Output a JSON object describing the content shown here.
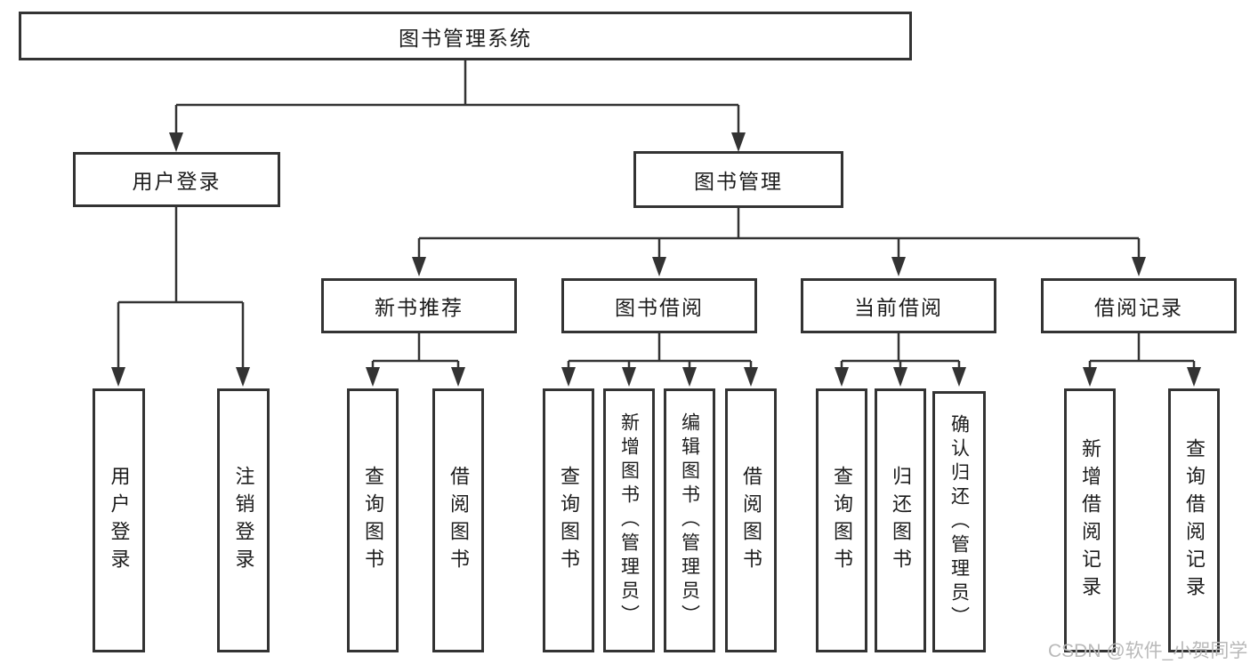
{
  "diagram": {
    "root": "图书管理系统",
    "level2": {
      "user_login": "用户登录",
      "book_mgmt": "图书管理"
    },
    "user_login_children": [
      "用户登录",
      "注销登录"
    ],
    "book_mgmt_children": [
      "新书推荐",
      "图书借阅",
      "当前借阅",
      "借阅记录"
    ],
    "new_book_children": [
      "查询图书",
      "借阅图书"
    ],
    "book_borrow_children": [
      "查询图书",
      "新增图书（管理员）",
      "编辑图书（管理员）",
      "借阅图书"
    ],
    "current_borrow_children": [
      "查询图书",
      "归还图书",
      "确认归还（管理员）"
    ],
    "borrow_record_children": [
      "新增借阅记录",
      "查询借阅记录"
    ]
  },
  "watermark": {
    "text": "CSDN @软件_小贺同学"
  },
  "colors": {
    "line": "#333333",
    "text": "#1c1c1c",
    "background": "#ffffff",
    "watermark": "#b9b9b9"
  }
}
